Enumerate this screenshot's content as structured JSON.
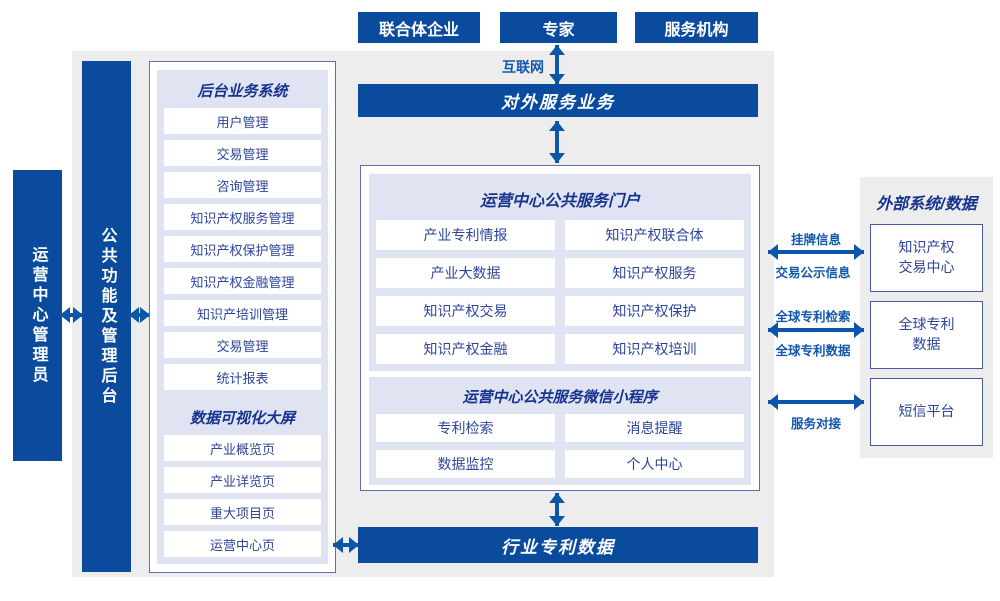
{
  "top_actors": [
    "联合体企业",
    "专家",
    "服务机构"
  ],
  "labels": {
    "internet": "互联网"
  },
  "bars": {
    "external_service": "对外服务业务",
    "industry_patent_data": "行业专利数据",
    "admin": "运营中心管理员",
    "backend_mgmt": "公共功能及管理后台"
  },
  "left": {
    "backend": {
      "title": "后台业务系统",
      "items": [
        "用户管理",
        "交易管理",
        "咨询管理",
        "知识产权服务管理",
        "知识产权保护管理",
        "知识产权金融管理",
        "知识产培训管理",
        "交易管理",
        "统计报表"
      ]
    },
    "dashboard": {
      "title": "数据可视化大屏",
      "items": [
        "产业概览页",
        "产业详览页",
        "重大项目页",
        "运营中心页"
      ]
    }
  },
  "portal": {
    "title": "运营中心公共服务门户",
    "items": [
      "产业专利情报",
      "知识产权联合体",
      "产业大数据",
      "知识产权服务",
      "知识产权交易",
      "知识产权保护",
      "知识产权金融",
      "知识产权培训"
    ]
  },
  "miniprogram": {
    "title": "运营中心公共服务微信小程序",
    "items": [
      "专利检索",
      "消息提醒",
      "数据监控",
      "个人中心"
    ]
  },
  "external": {
    "title": "外部系统/数据",
    "boxes": [
      "知识产权\n交易中心",
      "全球专利\n数据",
      "短信平台"
    ]
  },
  "links": {
    "listing_out": "挂牌信息",
    "listing_in": "交易公示信息",
    "patent_search": "全球专利检索",
    "patent_data": "全球专利数据",
    "service_connect": "服务对接"
  },
  "colors": {
    "primary_blue": "#0a4b9e",
    "arrow_blue": "#0d55a9",
    "panel_lavender": "#e0e4f2",
    "title_navy": "#17338e",
    "item_text_blue": "#2e4499",
    "background_gray": "#ededed"
  }
}
